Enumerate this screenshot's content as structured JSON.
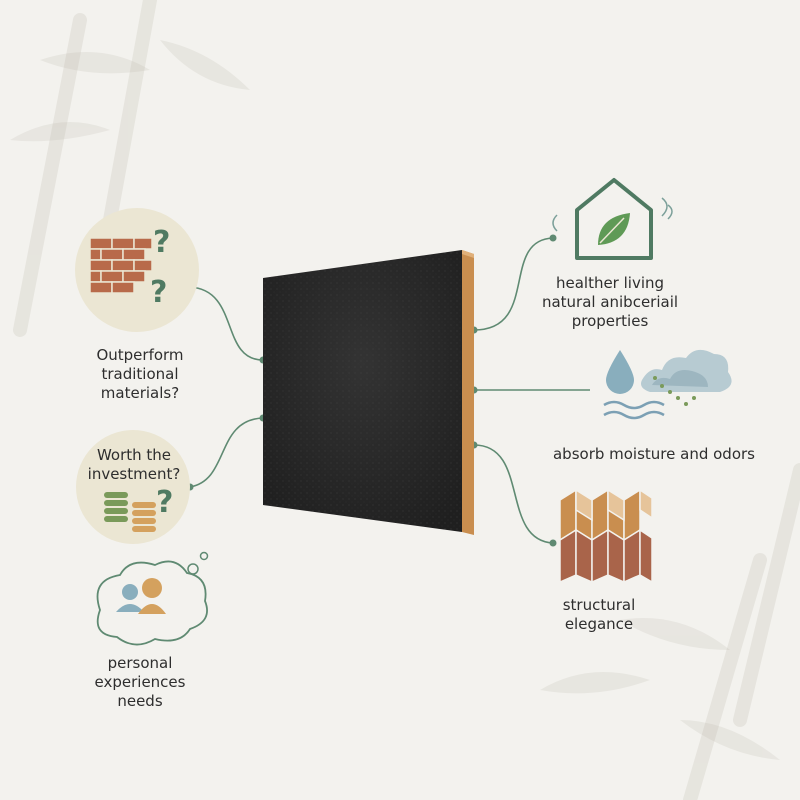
{
  "left_items": [
    {
      "id": "traditional",
      "lines": [
        "Outperform",
        "traditional",
        "materials?"
      ],
      "icon": "brick-question-icon"
    },
    {
      "id": "investment",
      "lines": [
        "Worth the",
        "investment?"
      ],
      "icon": "coins-question-icon"
    },
    {
      "id": "experiences",
      "lines": [
        "personal",
        "experiences",
        "needs"
      ],
      "icon": "people-thought-icon"
    }
  ],
  "right_items": [
    {
      "id": "health",
      "lines": [
        "healther living",
        "natural anibceriail",
        "properties"
      ],
      "icon": "leaf-house-icon"
    },
    {
      "id": "moisture",
      "lines": [
        "absorb moisture and odors"
      ],
      "icon": "moisture-odor-icon"
    },
    {
      "id": "structure",
      "lines": [
        "structural",
        "elegance"
      ],
      "icon": "bamboo-pattern-icon"
    }
  ],
  "colors": {
    "background": "#f3f2ee",
    "connector": "#5f8a72",
    "panel_face": "#2a2a2a",
    "panel_edge": "#c98e4f",
    "circle_bg": "#ebe6d3"
  }
}
